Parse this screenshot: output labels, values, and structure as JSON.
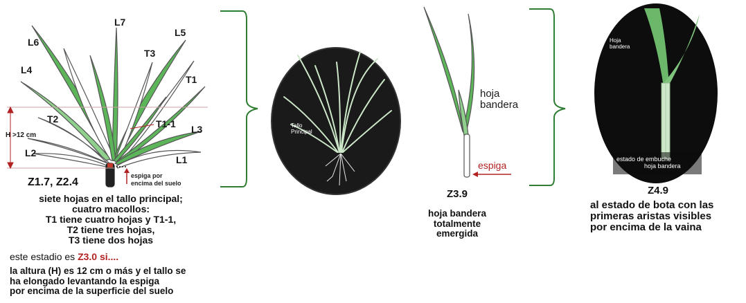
{
  "panel1": {
    "leaves": [
      "L1",
      "L2",
      "L3",
      "L4",
      "L5",
      "L6",
      "L7"
    ],
    "tillers": [
      "T1",
      "T2",
      "T3",
      "T1-1"
    ],
    "height_label": "H >12 cm",
    "espiga_label": [
      "espiga por",
      "encima del suelo"
    ],
    "stage_code": "Z1.7, Z2.4",
    "description": [
      "siete hojas en el tallo principal;",
      "cuatro macollos:",
      "T1 tiene cuatro hojas y T1-1,",
      "T2 tiene tres hojas,",
      "T3 tiene dos hojas"
    ],
    "note_prefix": "este estadio es ",
    "note_code": "Z3.0 si....",
    "note_body": [
      "la altura (H) es 12 cm o más y el tallo se",
      "ha elongado levantando la espiga",
      "por encima de la superficie del suelo"
    ]
  },
  "panel2": {
    "photo_label": [
      "Tallo",
      "Principal"
    ]
  },
  "panel3": {
    "leaf_label": [
      "hoja",
      "bandera"
    ],
    "espiga_label": "espiga",
    "stage_code": "Z3.9",
    "description": [
      "hoja bandera",
      "totalmente",
      "emergida"
    ]
  },
  "panel4": {
    "photo_label_top": [
      "Hoja",
      "bandera"
    ],
    "photo_label_bottom": [
      "estado de embuche",
      "hoja bandera"
    ],
    "stage_code": "Z4.9",
    "description": [
      "al estado de bota con las",
      "primeras aristas visibles",
      "por encima de la vaina"
    ]
  },
  "colors": {
    "leaf": "#5db55a",
    "bracket": "#2e7d32",
    "accent": "#b22222"
  }
}
